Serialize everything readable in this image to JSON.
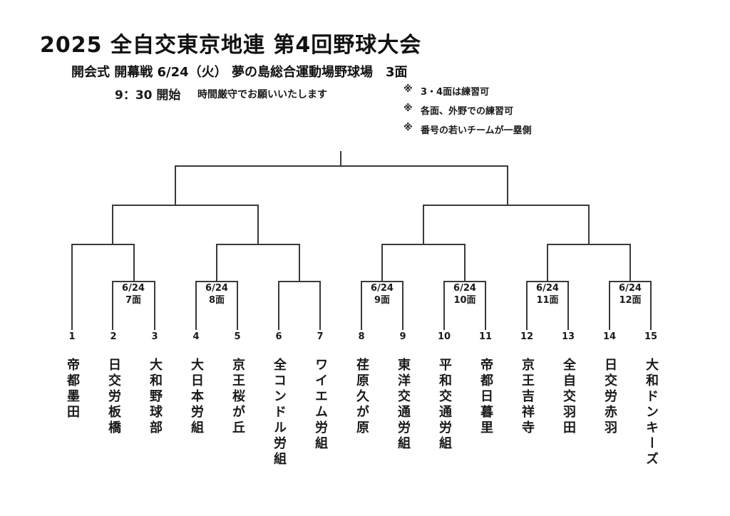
{
  "header": {
    "title": "2025 全自交東京地連 第4回野球大会",
    "subtitle": "開会式 開幕戦 6/24（火） 夢の島総合運動場野球場　3面",
    "start_time": "9：30 開始",
    "start_note": "時間厳守でお願いいたします",
    "notes": [
      {
        "marker": "※",
        "text": "3・4面は練習可"
      },
      {
        "marker": "※",
        "text": "各面、外野での練習可"
      },
      {
        "marker": "※",
        "text": "番号の若いチームが一塁側"
      }
    ]
  },
  "bracket": {
    "line_color": "#3a3a3a",
    "matches": [
      {
        "date": "6/24",
        "field": "7面"
      },
      {
        "date": "6/24",
        "field": "8面"
      },
      {
        "date": "6/24",
        "field": "9面"
      },
      {
        "date": "6/24",
        "field": "10面"
      },
      {
        "date": "6/24",
        "field": "11面"
      },
      {
        "date": "6/24",
        "field": "12面"
      }
    ],
    "teams": [
      {
        "seed": "1",
        "name": "帝都墨田"
      },
      {
        "seed": "2",
        "name": "日交労板橋"
      },
      {
        "seed": "3",
        "name": "大和野球部"
      },
      {
        "seed": "4",
        "name": "大日本労組"
      },
      {
        "seed": "5",
        "name": "京王桜が丘"
      },
      {
        "seed": "6",
        "name": "全コンドル労組"
      },
      {
        "seed": "7",
        "name": "ワイエム労組"
      },
      {
        "seed": "8",
        "name": "荏原久が原"
      },
      {
        "seed": "9",
        "name": "東洋交通労組"
      },
      {
        "seed": "10",
        "name": "平和交通労組"
      },
      {
        "seed": "11",
        "name": "帝都日暮里"
      },
      {
        "seed": "12",
        "name": "京王吉祥寺"
      },
      {
        "seed": "13",
        "name": "全自交羽田"
      },
      {
        "seed": "14",
        "name": "日交労赤羽"
      },
      {
        "seed": "15",
        "name": "大和ドンキーズ"
      }
    ]
  }
}
